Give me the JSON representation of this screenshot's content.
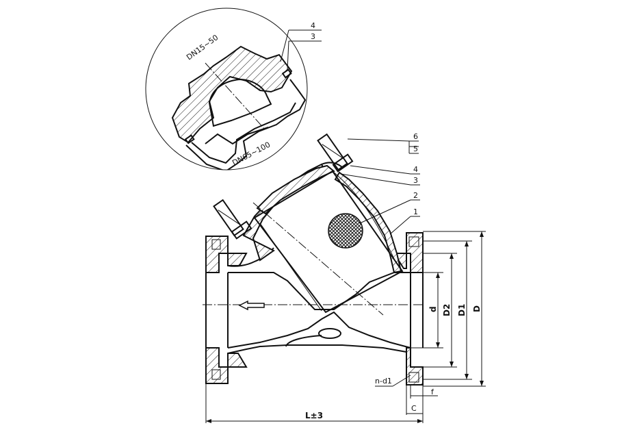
{
  "callouts": [
    "6",
    "5",
    "4",
    "3",
    "2",
    "1"
  ],
  "detail": {
    "size_small": "DN15~50",
    "size_large": "DN65~100",
    "callout_4": "4",
    "callout_3": "3"
  },
  "dimensions": {
    "d": "d",
    "D2": "D2",
    "D1": "D1",
    "D": "D",
    "bolt_holes": "n-d1",
    "f": "f",
    "C": "C",
    "length": "L±3"
  }
}
